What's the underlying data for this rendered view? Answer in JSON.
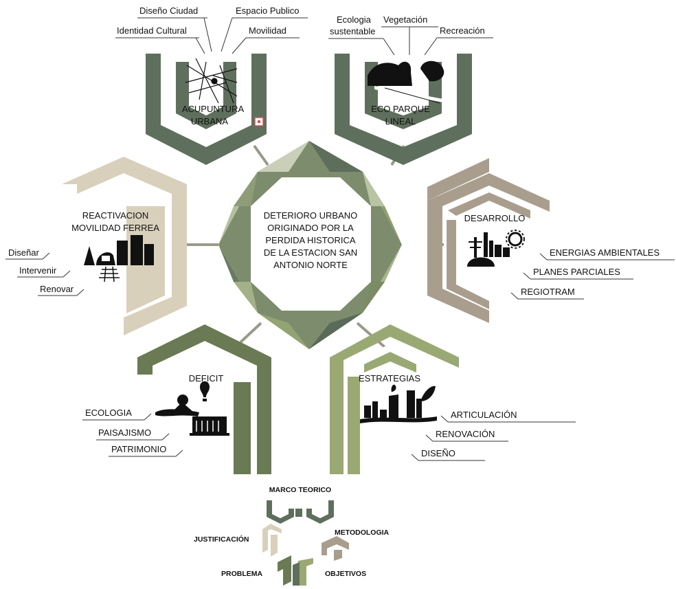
{
  "colors": {
    "dark_green": "#5b6b5a",
    "mid_green": "#788866",
    "olive": "#8a9b62",
    "light_green": "#a9b88c",
    "pale": "#d5d6c4",
    "beige": "#d8d0bb",
    "taupe": "#a99e8e",
    "moss": "#7b8455"
  },
  "center": {
    "lines": [
      "DETERIORO URBANO",
      "ORIGINADO POR LA",
      "PERDIDA HISTORICA",
      "DE LA ESTACION SAN",
      "ANTONIO NORTE"
    ]
  },
  "modules": {
    "acupuntura": {
      "title": [
        "ACUPUNTURA",
        "URBANA"
      ],
      "labels": [
        "Diseño Ciudad",
        "Espacio Publico",
        "Identidad Cultural",
        "Movilidad"
      ],
      "icon": "city-map-icon"
    },
    "eco": {
      "title": [
        "ECO PARQUE",
        "LINEAL"
      ],
      "labels": [
        "Ecologia",
        "sustentable",
        "Vegetación",
        "Recreación"
      ],
      "icon": "park-landscape-icon"
    },
    "reactivacion": {
      "title": [
        "REACTIVACION",
        "MOVILIDAD FERREA"
      ],
      "labels": [
        "Diseñar",
        "Intervenir",
        "Renovar"
      ],
      "icon": "train-city-icon"
    },
    "desarrollo": {
      "title": [
        "DESARROLLO"
      ],
      "labels": [
        "ENERGIAS AMBIENTALES",
        "PLANES PARCIALES",
        "REGIOTRAM"
      ],
      "icon": "industry-gear-icon"
    },
    "deficit": {
      "title": [
        "DEFICIT"
      ],
      "labels": [
        "ECOLOGIA",
        "PAISAJISMO",
        "PATRIMONIO"
      ],
      "icon": "heritage-icon"
    },
    "estrategias": {
      "title": [
        "ESTRATEGIAS"
      ],
      "labels": [
        "ARTICULACIÓN",
        "RENOVACIÓN",
        "DISEÑO"
      ],
      "icon": "skyline-leaf-icon"
    }
  },
  "mini_diagram": {
    "labels": [
      "MARCO TEORICO",
      "JUSTIFICACIÓN",
      "METODOLOGIA",
      "PROBLEMA",
      "OBJETIVOS"
    ]
  }
}
